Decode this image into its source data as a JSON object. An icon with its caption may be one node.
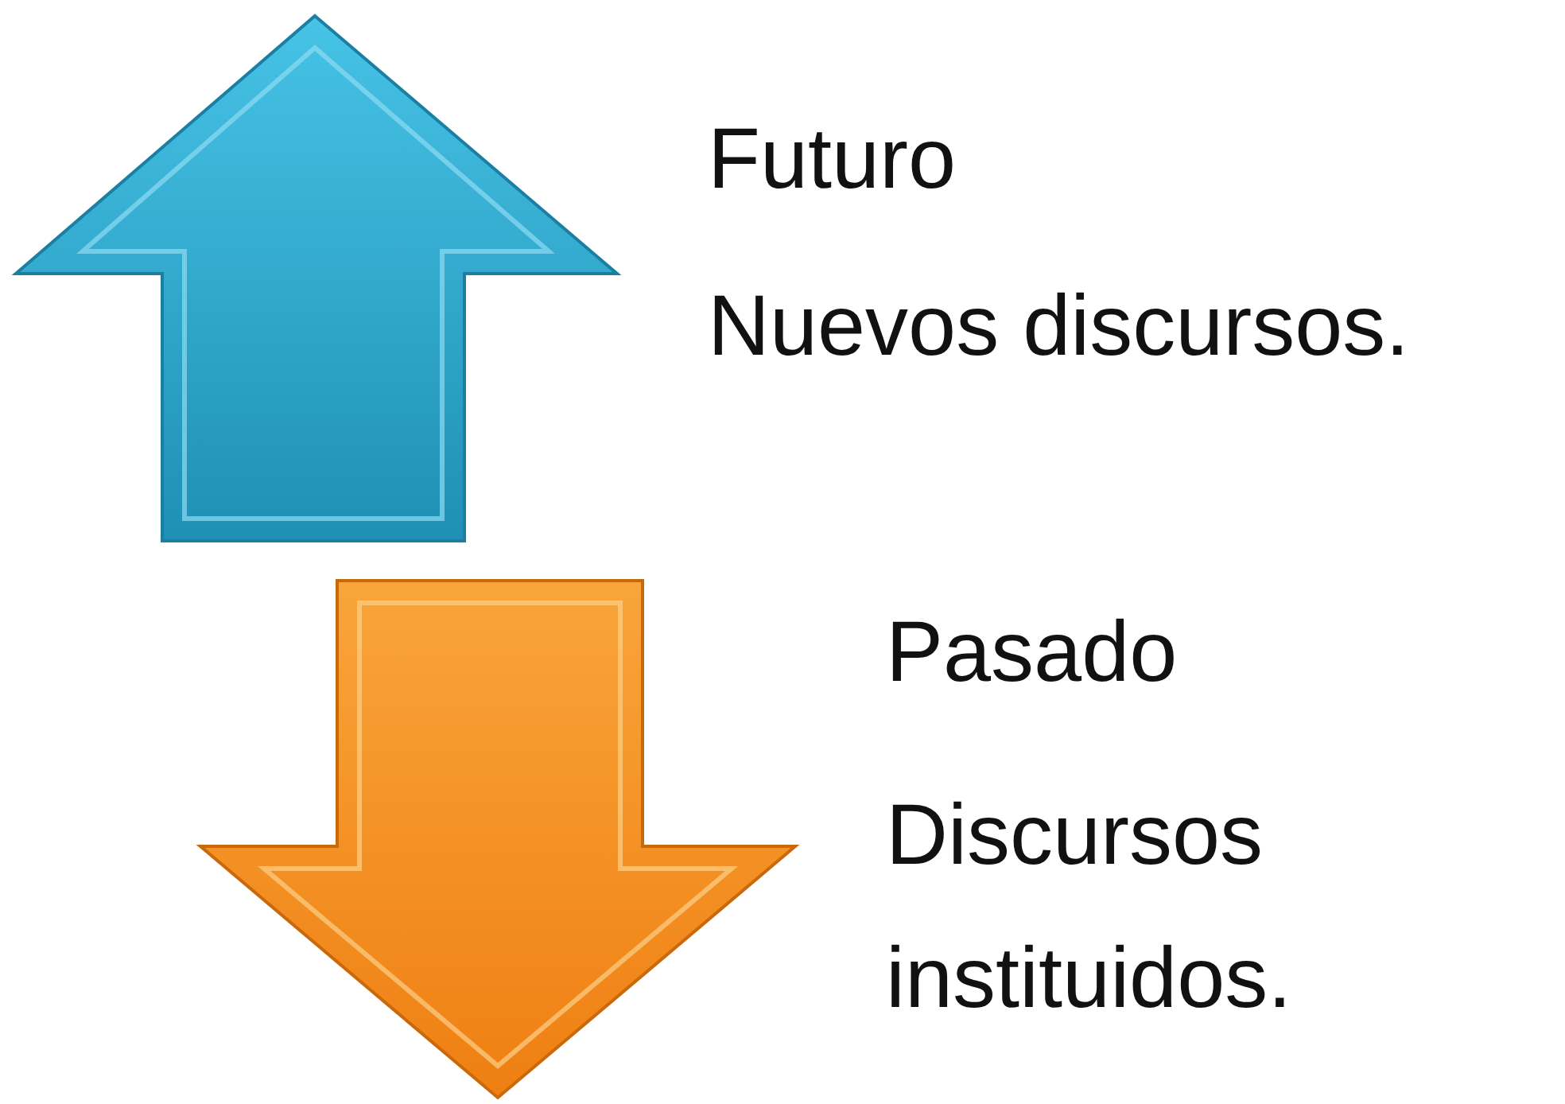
{
  "diagram": {
    "labels": [
      "Futuro",
      "Nuevos discursos.",
      "Pasado",
      "Discursos instituidos."
    ]
  }
}
